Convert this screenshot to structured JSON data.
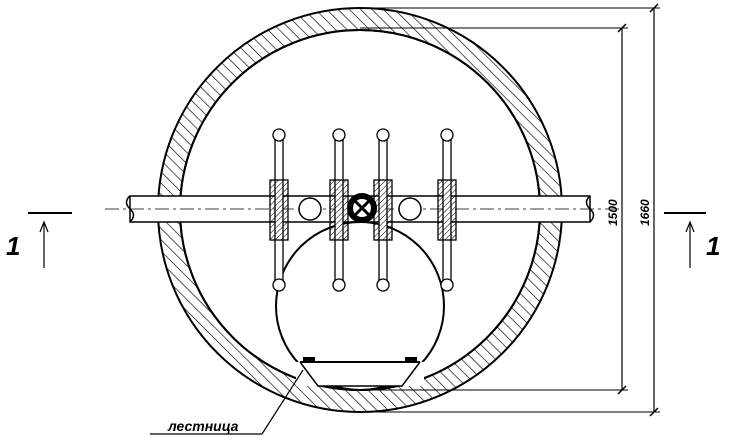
{
  "section_marker": "1",
  "dimension_inner": "1500",
  "dimension_outer": "1660",
  "callout_label": "лестница"
}
